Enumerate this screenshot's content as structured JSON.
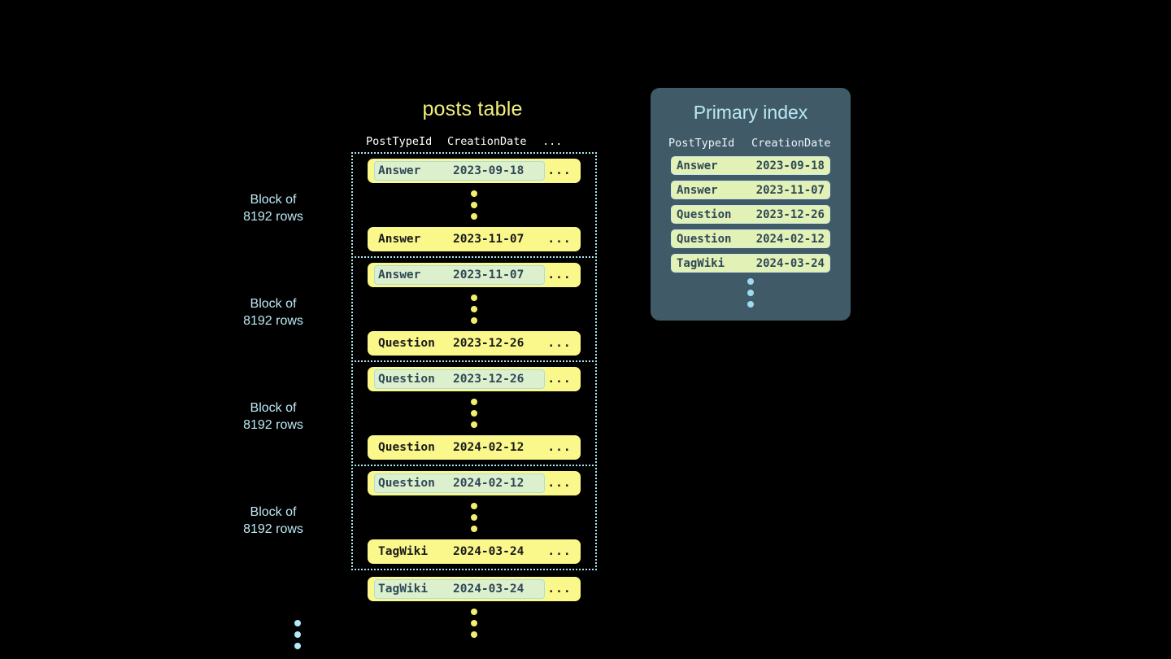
{
  "posts_table": {
    "title": "posts table",
    "columns": [
      "PostTypeId",
      "CreationDate",
      "..."
    ],
    "blocks": [
      {
        "label_line1": "Block of",
        "label_line2": "8192 rows",
        "first_row": {
          "post_type": "Answer",
          "creation_date": "2023-09-18",
          "more": "...",
          "highlighted": true
        },
        "last_row": {
          "post_type": "Answer",
          "creation_date": "2023-11-07",
          "more": "...",
          "highlighted": false
        }
      },
      {
        "label_line1": "Block of",
        "label_line2": "8192 rows",
        "first_row": {
          "post_type": "Answer",
          "creation_date": "2023-11-07",
          "more": "...",
          "highlighted": true
        },
        "last_row": {
          "post_type": "Question",
          "creation_date": "2023-12-26",
          "more": "...",
          "highlighted": false
        }
      },
      {
        "label_line1": "Block of",
        "label_line2": "8192 rows",
        "first_row": {
          "post_type": "Question",
          "creation_date": "2023-12-26",
          "more": "...",
          "highlighted": true
        },
        "last_row": {
          "post_type": "Question",
          "creation_date": "2024-02-12",
          "more": "...",
          "highlighted": false
        }
      },
      {
        "label_line1": "Block of",
        "label_line2": "8192 rows",
        "first_row": {
          "post_type": "Question",
          "creation_date": "2024-02-12",
          "more": "...",
          "highlighted": true
        },
        "last_row": {
          "post_type": "TagWiki",
          "creation_date": "2024-03-24",
          "more": "...",
          "highlighted": false
        }
      }
    ],
    "trailing_row": {
      "post_type": "TagWiki",
      "creation_date": "2024-03-24",
      "more": "...",
      "highlighted": true
    }
  },
  "primary_index": {
    "title": "Primary index",
    "columns": [
      "PostTypeId",
      "CreationDate"
    ],
    "rows": [
      {
        "post_type": "Answer",
        "creation_date": "2023-09-18"
      },
      {
        "post_type": "Answer",
        "creation_date": "2023-11-07"
      },
      {
        "post_type": "Question",
        "creation_date": "2023-12-26"
      },
      {
        "post_type": "Question",
        "creation_date": "2024-02-12"
      },
      {
        "post_type": "TagWiki",
        "creation_date": "2024-03-24"
      }
    ]
  },
  "colors": {
    "background": "#000000",
    "row_yellow": "#faf88b",
    "highlight_green": "#ddf0cd",
    "highlight_border": "#a9dced",
    "block_border": "#a9e7f2",
    "panel_bg": "#415a68",
    "panel_title": "#b9e8f5",
    "title_yellow": "#f2f07a",
    "label_blue": "#bdeaf7",
    "dot_yellow": "#f2ee6e",
    "dot_blue": "#9fdbef",
    "index_chip": "#e2f1b6"
  }
}
